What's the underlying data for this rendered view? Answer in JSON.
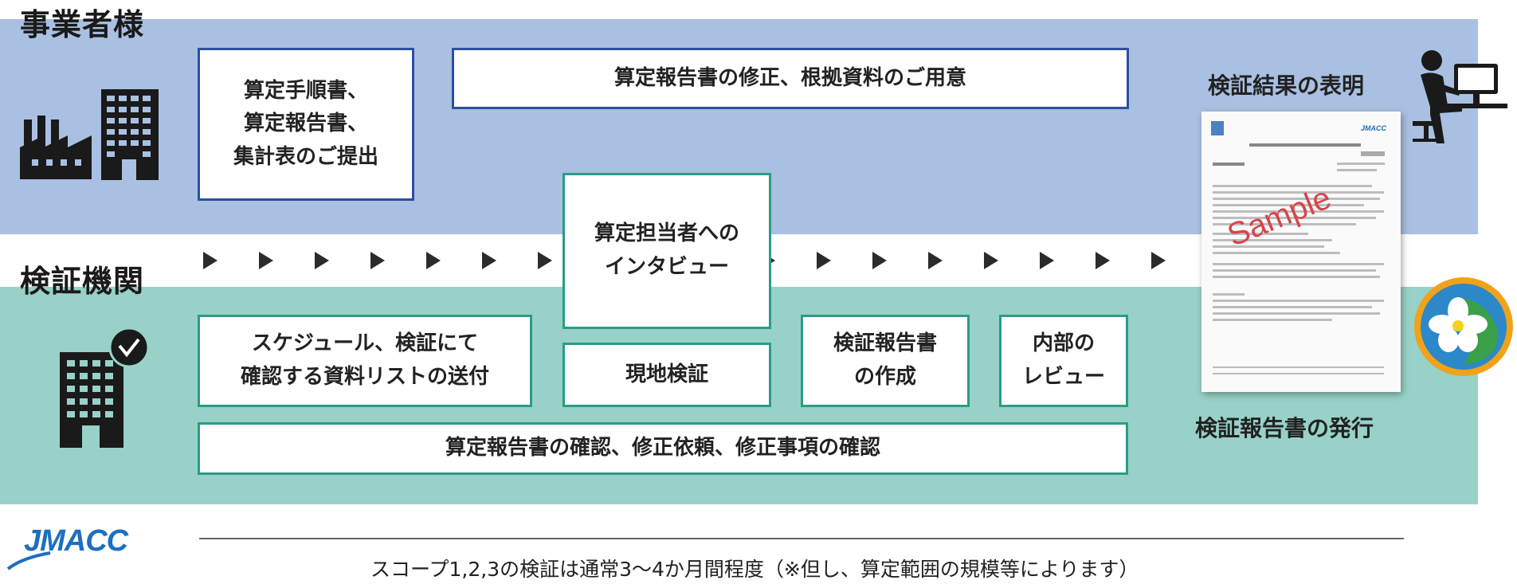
{
  "client": {
    "label": "事業者様",
    "box_submit": "算定手順書、\n算定報告書、\n集計表のご提出",
    "box_revise": "算定報告書の修正、根拠資料のご用意",
    "caption_statement": "検証結果の表明"
  },
  "verifier": {
    "label": "検証機関",
    "box_interview": "算定担当者への\nインタビュー",
    "box_schedule": "スケジュール、検証にて\n確認する資料リストの送付",
    "box_onsite": "現地検証",
    "box_create_report": "検証報告書\nの作成",
    "box_internal_review": "内部の\nレビュー",
    "box_confirm": "算定報告書の確認、修正依頼、修正事項の確認",
    "caption_issue": "検証報告書の発行"
  },
  "report_doc": {
    "watermark": "Sample",
    "logo_text": "JMACC"
  },
  "footer": {
    "logo": "JMACC",
    "note": "スコープ1,2,3の検証は通常3～4か月間程度（※但し、算定範囲の規模等によります）"
  },
  "colors": {
    "client_band": "#a9c0e2",
    "verifier_band": "#98d1c8",
    "client_border": "#2e4f9d",
    "verifier_border": "#2a9c86",
    "watermark": "#d6454a"
  },
  "icons": [
    "factory-icon",
    "building-icon",
    "desk-worker-icon",
    "building-check-icon",
    "accreditation-badge-icon",
    "arrow-icon"
  ]
}
